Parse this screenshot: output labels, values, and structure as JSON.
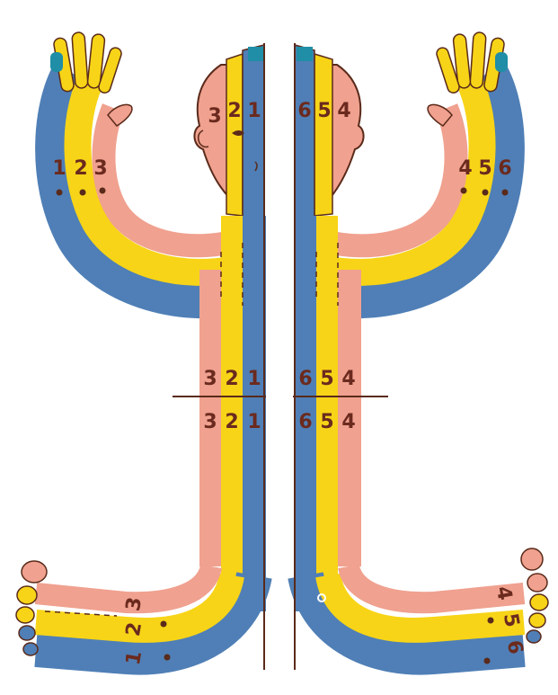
{
  "colors": {
    "background": "#ffffff",
    "blue": "#4f7fb6",
    "yellow": "#f7d417",
    "pink": "#f0a18f",
    "teal": "#1f8ea6",
    "outline": "#5a2a1a",
    "label": "#6b2a1e"
  },
  "labels": {
    "left_head": [
      "3",
      "2",
      "1"
    ],
    "right_head": [
      "6",
      "5",
      "4"
    ],
    "left_hand": [
      "1",
      "2",
      "3"
    ],
    "right_hand": [
      "4",
      "5",
      "6"
    ],
    "left_waist_upper": [
      "3",
      "2",
      "1"
    ],
    "left_waist_lower": [
      "3",
      "2",
      "1"
    ],
    "right_waist_upper": [
      "6",
      "5",
      "4"
    ],
    "right_waist_lower": [
      "6",
      "5",
      "4"
    ],
    "left_foot": [
      "3",
      "2",
      "1"
    ],
    "right_foot": [
      "4",
      "5",
      "6"
    ]
  }
}
